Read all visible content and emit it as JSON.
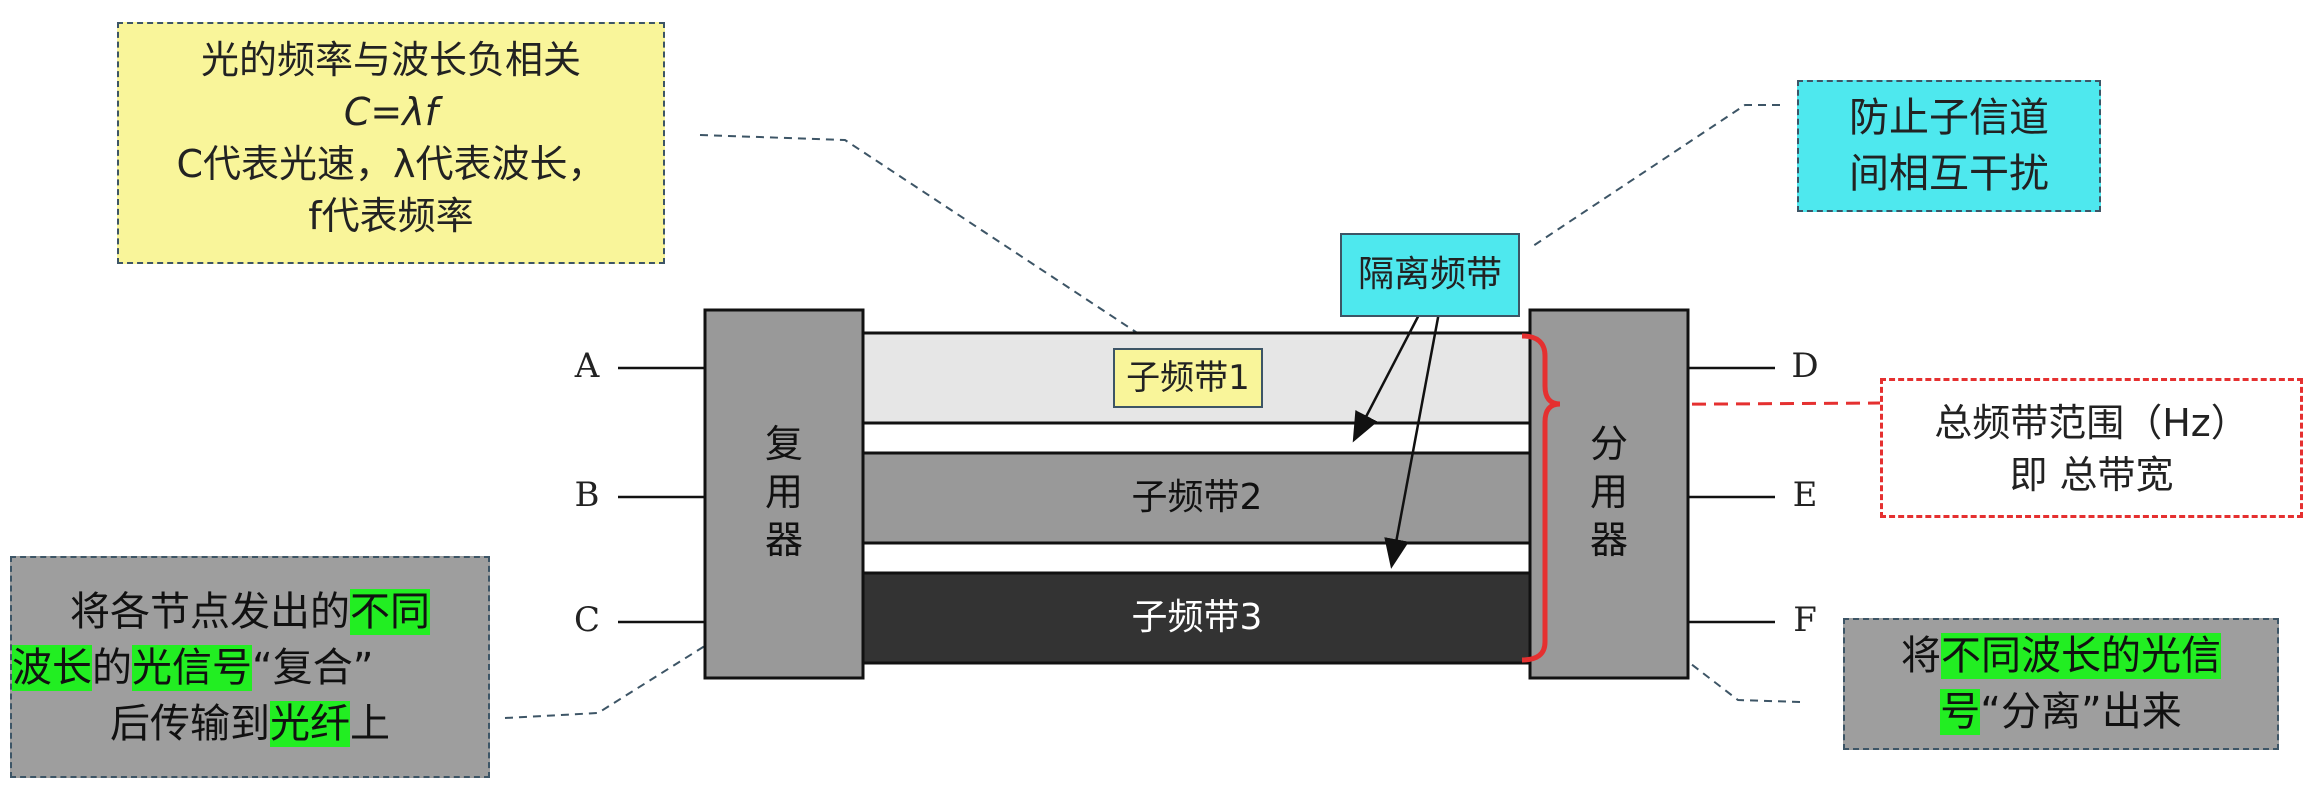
{
  "note_frequency": {
    "line1": "光的频率与波长负相关",
    "line2": "C=λf",
    "line3": "C代表光速，λ代表波长，",
    "line4": "f代表频率",
    "bg": "#f9f59a"
  },
  "note_interference": {
    "line1": "防止子信道",
    "line2": "间相互干扰",
    "bg": "#4ee8ee"
  },
  "guard_band_label": "隔离频带",
  "note_total_band": {
    "line1": "总频带范围（Hz）",
    "line2": "即 总带宽",
    "border": "#e53030"
  },
  "note_multiplex": {
    "t1": "将各节点发出的",
    "t2": "不同",
    "t3": "波长",
    "t4": "的",
    "t5": "光信号",
    "t6": "“复合”",
    "t7": "后传输到",
    "t8": "光纤",
    "t9": "上",
    "bg": "#9e9e9e"
  },
  "note_demultiplex": {
    "t1": "将",
    "t2": "不同波长的光信",
    "t3": "号",
    "t4": "“分离”出来",
    "bg": "#9e9e9e"
  },
  "multiplexer_label": [
    "复",
    "用",
    "器"
  ],
  "demultiplexer_label": [
    "分",
    "用",
    "器"
  ],
  "inputs": [
    "A",
    "B",
    "C"
  ],
  "outputs": [
    "D",
    "E",
    "F"
  ],
  "subbands": [
    "子频带1",
    "子频带2",
    "子频带3"
  ],
  "colors": {
    "highlight": "#22ee22",
    "brace": "#e53030",
    "device": "#999999"
  }
}
